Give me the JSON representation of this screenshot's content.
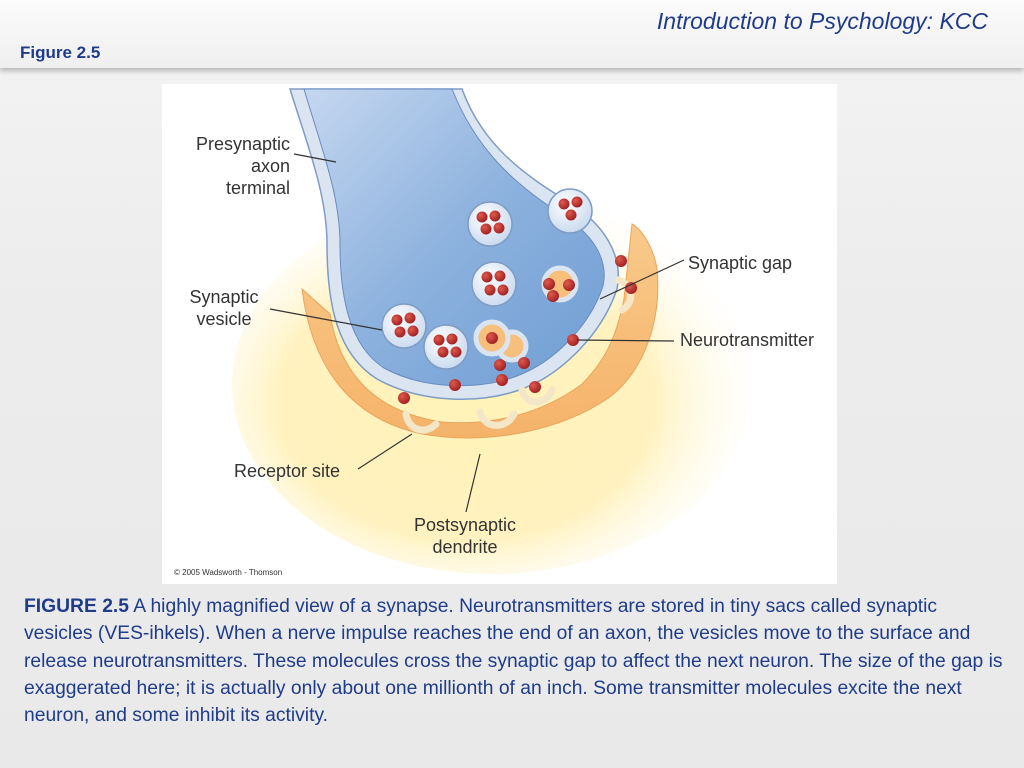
{
  "header": {
    "course_title": "Introduction to Psychology: KCC",
    "figure_label": "Figure 2.5"
  },
  "diagram": {
    "labels": {
      "presynaptic": "Presynaptic\naxon terminal",
      "synaptic_vesicle": "Synaptic\nvesicle",
      "synaptic_gap": "Synaptic gap",
      "neurotransmitter": "Neurotransmitter",
      "receptor_site": "Receptor site",
      "postsynaptic": "Postsynaptic\ndendrite"
    },
    "copyright": "© 2005 Wadsworth - Thomson",
    "colors": {
      "axon_fill": "#8fb4e0",
      "membrane": "#c9d6ea",
      "dendrite_fill": "#f7c07c",
      "glow": "#ffe9a0",
      "neurotransmitter": "#b0272a",
      "line": "#3a3a3a"
    }
  },
  "caption": {
    "lead": "FIGURE 2.5",
    "text": " A highly magnified view of a synapse. Neurotransmitters are stored in tiny sacs called synaptic vesicles (VES-ihkels). When a nerve impulse reaches the end of an axon, the vesicles move to the surface and release neurotransmitters. These molecules cross the synaptic gap to affect the next neuron. The size of the gap is exaggerated here; it is actually only about one millionth of an inch. Some transmitter molecules excite the next neuron, and some inhibit its activity."
  }
}
